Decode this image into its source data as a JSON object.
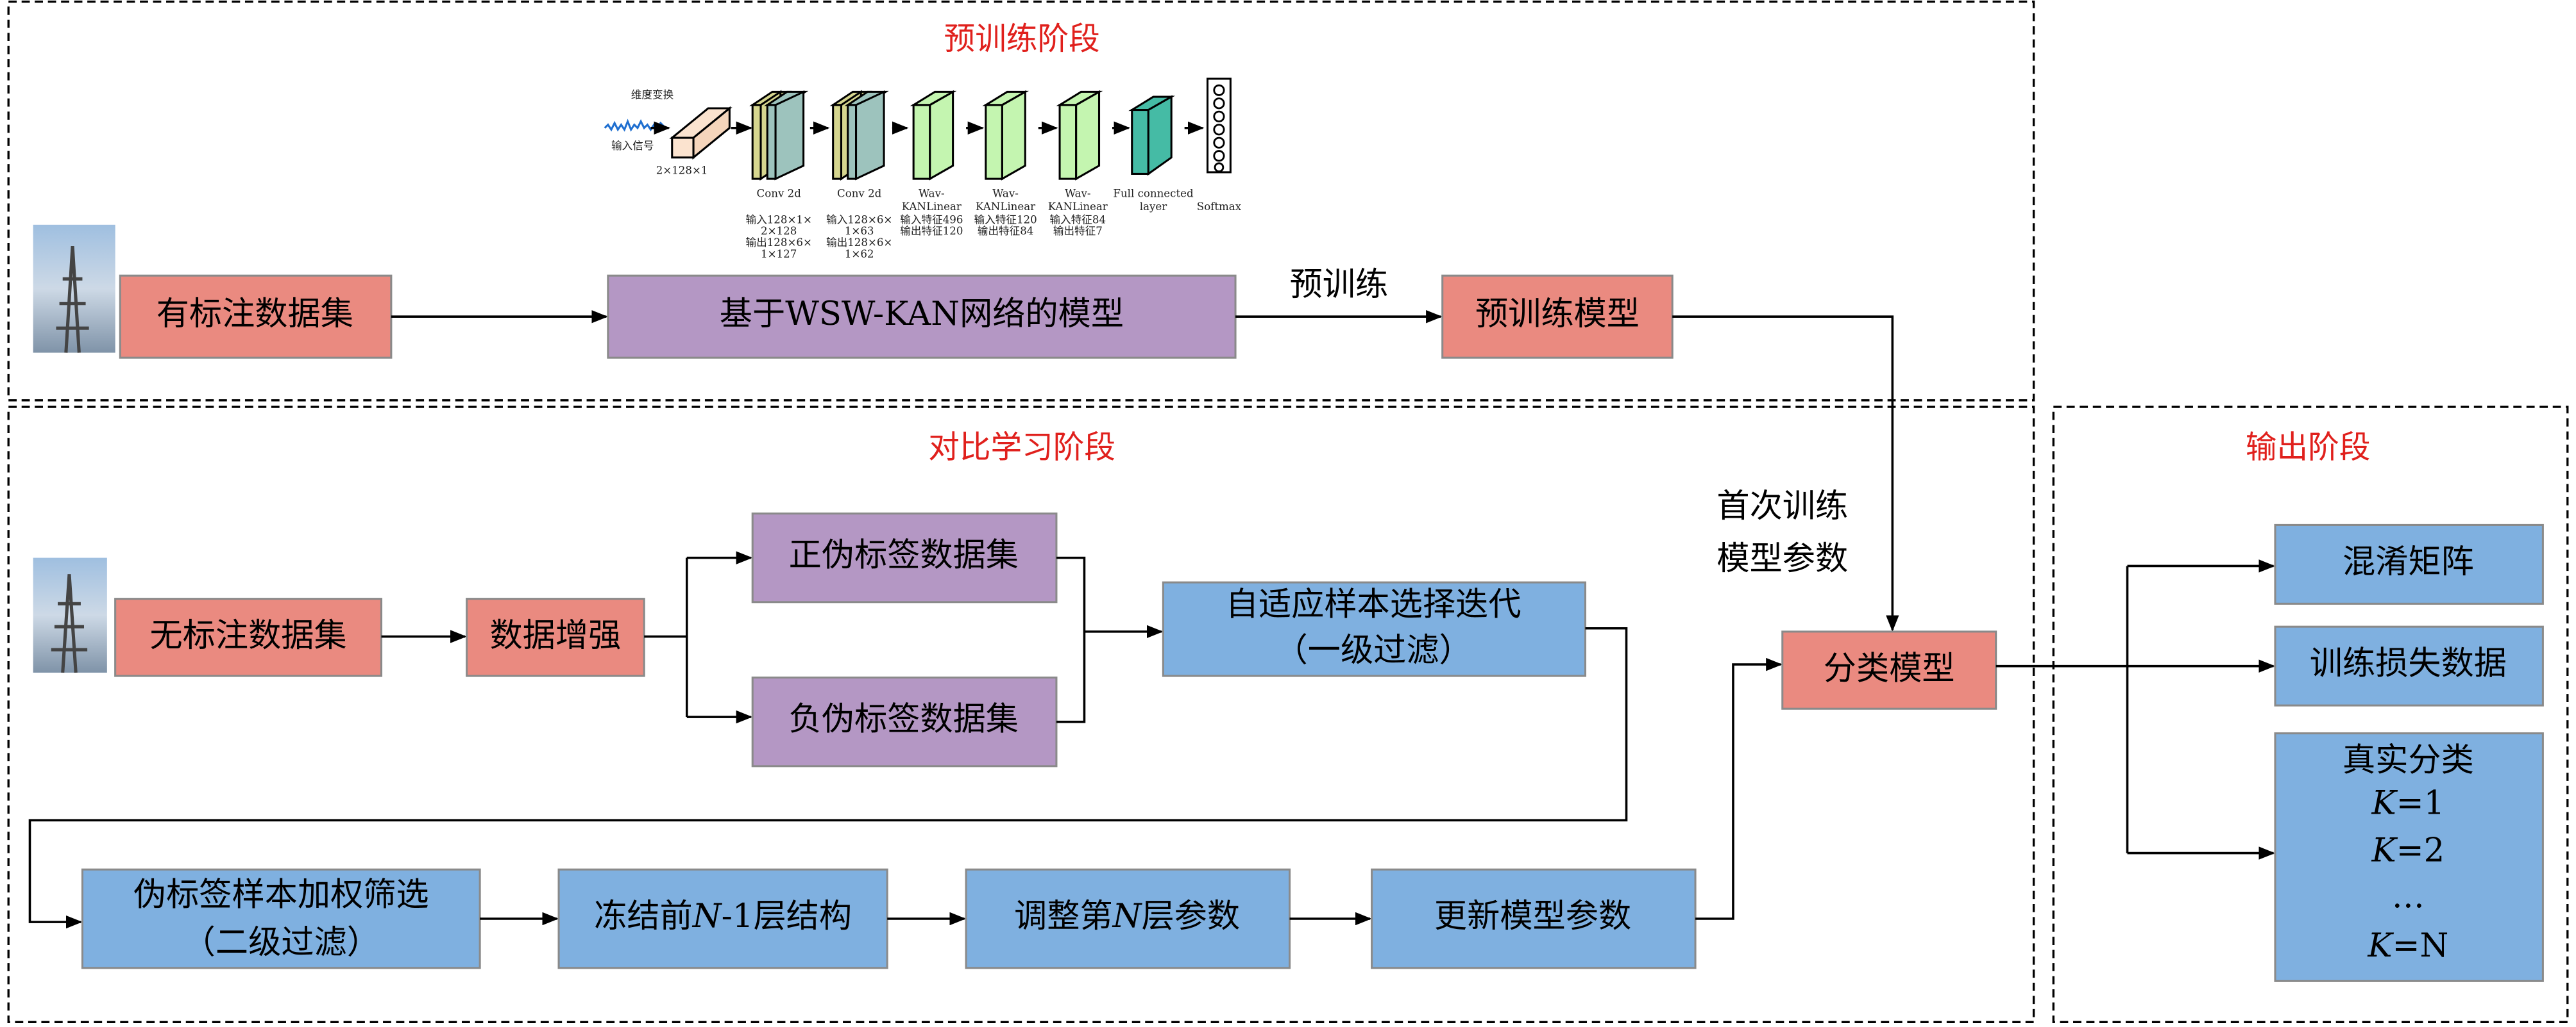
{
  "stages": {
    "pretrain": "预训练阶段",
    "contrastive": "对比学习阶段",
    "output": "输出阶段"
  },
  "network": {
    "input_signal": "输入信号",
    "reshape": "维度变换",
    "input_shape": "2×128×1",
    "layers": [
      {
        "name": "Conv 2d",
        "lines": [
          "输入128×1×",
          "2×128",
          "输出128×6×",
          "1×127"
        ]
      },
      {
        "name": "Conv 2d",
        "lines": [
          "输入128×6×",
          "1×63",
          "输出128×6×",
          "1×62"
        ]
      },
      {
        "name": "Wav-",
        "name2": "KANLinear",
        "lines": [
          "输入特征496",
          "输出特征120"
        ]
      },
      {
        "name": "Wav-",
        "name2": "KANLinear",
        "lines": [
          "输入特征120",
          "输出特征84"
        ]
      },
      {
        "name": "Wav-",
        "name2": "KANLinear",
        "lines": [
          "输入特征84",
          "输出特征7"
        ]
      },
      {
        "name": "Full connected",
        "name2": "layer"
      },
      {
        "name": "Softmax"
      }
    ]
  },
  "pretrain": {
    "labeled_dataset": "有标注数据集",
    "model": "基于WSW-KAN网络的模型",
    "edge_label": "预训练",
    "pretrained_model": "预训练模型"
  },
  "first_train_label": [
    "首次训练",
    "模型参数"
  ],
  "contrastive": {
    "unlabeled_dataset": "无标注数据集",
    "augmentation": "数据增强",
    "positive_set": "正伪标签数据集",
    "negative_set": "负伪标签数据集",
    "adaptive": [
      "自适应样本选择迭代",
      "（一级过滤）"
    ],
    "weighted": [
      "伪标签样本加权筛选",
      "（二级过滤）"
    ],
    "freeze": {
      "pre": "冻结前",
      "var": "N",
      "post": "-1层结构"
    },
    "adjust": {
      "pre": "调整第",
      "var": "N",
      "post": "层参数"
    },
    "update": "更新模型参数"
  },
  "classifier": "分类模型",
  "output": {
    "confusion": "混淆矩阵",
    "loss": "训练损失数据",
    "true_class": "真实分类",
    "k_items": [
      "K",
      "=1",
      "K",
      "=2",
      "…",
      "K",
      "=N"
    ]
  },
  "colors": {
    "stage_title": "#e0201c",
    "red_box": "#ea8a80",
    "purple_box": "#b497c4",
    "blue_box": "#7fb0e0"
  }
}
